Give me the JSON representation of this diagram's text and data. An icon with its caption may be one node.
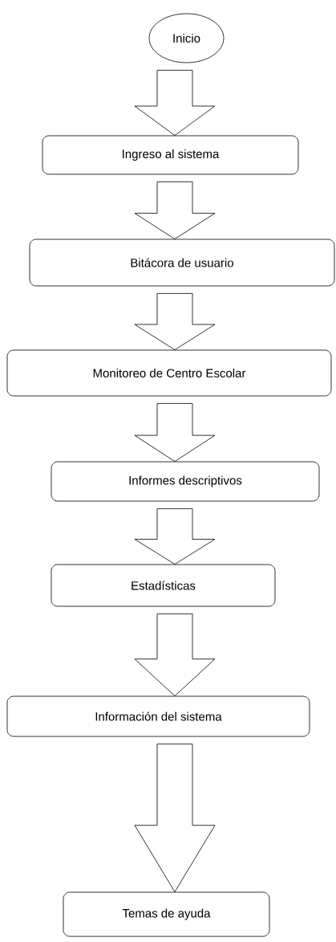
{
  "diagram": {
    "nodes": [
      {
        "text": [
          "Inicio"
        ]
      },
      {
        "text": [
          "Ingreso al sistema"
        ]
      },
      {
        "text": [
          "Bitácora de usuario"
        ]
      },
      {
        "text": [
          "Monitoreo de Centro Escolar"
        ]
      },
      {
        "text": [
          "Informes descriptivos"
        ]
      },
      {
        "text": [
          "Estadísticas"
        ]
      },
      {
        "text": [
          "Información del sistema"
        ]
      },
      {
        "text": [
          "Temas de ayuda"
        ]
      }
    ],
    "edges": [
      {
        "from": 0,
        "to": 1,
        "arrow": "to"
      },
      {
        "from": 1,
        "to": 2,
        "arrow": "to"
      },
      {
        "from": 2,
        "to": 3,
        "arrow": "to"
      },
      {
        "from": 3,
        "to": 4,
        "arrow": "to"
      },
      {
        "from": 4,
        "to": 5,
        "arrow": "to"
      },
      {
        "from": 5,
        "to": 6,
        "arrow": "to"
      },
      {
        "from": 6,
        "to": 7,
        "arrow": "to"
      }
    ]
  }
}
